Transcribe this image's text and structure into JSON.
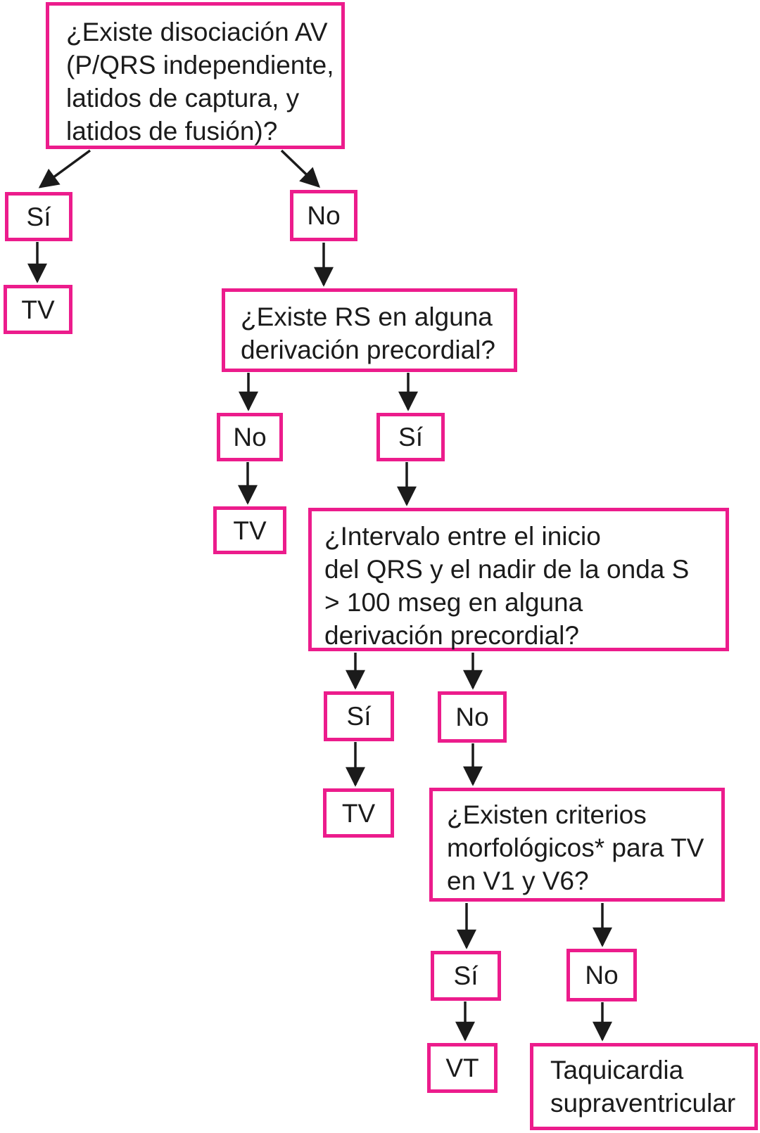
{
  "colors": {
    "box_border": "#EC1C8C",
    "background": "#FFFFFF",
    "text": "#1B1B1B",
    "arrow": "#1B1B1B"
  },
  "flowchart": {
    "questions": {
      "q1": {
        "lines": [
          "¿Existe disociación AV",
          "(P/QRS independiente,",
          "latidos de captura, y",
          "latidos de fusión)?"
        ]
      },
      "q2": {
        "lines": [
          "¿Existe RS en alguna",
          "derivación precordial?"
        ]
      },
      "q3": {
        "lines": [
          "¿Intervalo entre el inicio",
          "del QRS y el nadir de la onda S",
          "> 100 mseg en alguna",
          "derivación precordial?"
        ]
      },
      "q4": {
        "lines": [
          "¿Existen criterios",
          "morfológicos* para TV",
          "en V1 y V6?"
        ]
      }
    },
    "answers": {
      "q1_yes": "Sí",
      "q1_no": "No",
      "q2_no": "No",
      "q2_yes": "Sí",
      "q3_yes": "Sí",
      "q3_no": "No",
      "q4_yes": "Sí",
      "q4_no": "No"
    },
    "results": {
      "r1": "TV",
      "r2": "TV",
      "r3": "TV",
      "r4": "VT",
      "r5": {
        "lines": [
          "Taquicardia",
          "supraventricular"
        ]
      }
    },
    "edges": [
      "q1->q1_yes",
      "q1->q1_no",
      "q1_yes->r1",
      "q1_no->q2",
      "q2->q2_no",
      "q2->q2_yes",
      "q2_no->r2",
      "q2_yes->q3",
      "q3->q3_yes",
      "q3->q3_no",
      "q3_yes->r3",
      "q3_no->q4",
      "q4->q4_yes",
      "q4->q4_no",
      "q4_yes->r4",
      "q4_no->r5"
    ]
  }
}
